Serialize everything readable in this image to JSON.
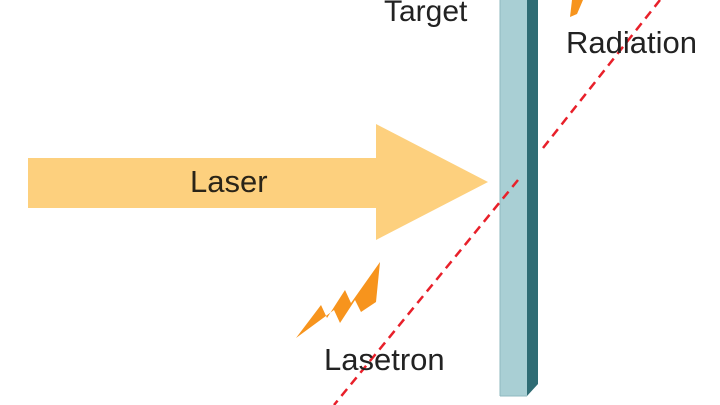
{
  "labels": {
    "target": "Target",
    "radiation": "Radiation",
    "laser": "Laser",
    "lasetron": "Lasetron"
  },
  "colors": {
    "laser_beam": "#fdd07e",
    "target_face": "#a9cfd4",
    "target_side": "#2f6c74",
    "dashed_path": "#e8202a",
    "lightning": "#f7941d"
  }
}
